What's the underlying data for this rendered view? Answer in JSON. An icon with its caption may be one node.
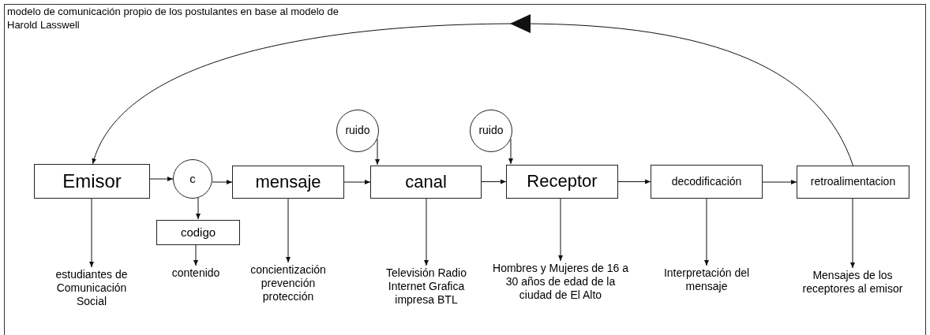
{
  "diagram": {
    "title": "modelo de comunicación propio de los postulantes en base al modelo de Harold Lasswell",
    "nodes": [
      {
        "text": [
          "Emisor"
        ]
      },
      {
        "text": [
          "c"
        ]
      },
      {
        "text": [
          "codigo"
        ]
      },
      {
        "text": [
          "mensaje"
        ]
      },
      {
        "text": [
          "ruido"
        ]
      },
      {
        "text": [
          "canal"
        ]
      },
      {
        "text": [
          "ruido"
        ]
      },
      {
        "text": [
          "Receptor"
        ]
      },
      {
        "text": [
          "decodificación"
        ]
      },
      {
        "text": [
          "retroalimentacion"
        ]
      },
      {
        "text": [
          "estudiantes de Comunicación Social"
        ]
      },
      {
        "text": [
          "contenido"
        ]
      },
      {
        "text": [
          "concientización prevención protección"
        ]
      },
      {
        "text": [
          "Televisión Radio Internet Grafica impresa BTL"
        ]
      },
      {
        "text": [
          "Hombres y Mujeres de 16 a 30 años de edad de la ciudad de El Alto"
        ]
      },
      {
        "text": [
          "Interpretación del mensaje"
        ]
      },
      {
        "text": [
          "Mensajes de los receptores al emisor"
        ]
      }
    ],
    "edges": [
      {
        "from": 0,
        "to": 1,
        "arrow": "to"
      },
      {
        "from": 1,
        "to": 3,
        "arrow": "to"
      },
      {
        "from": 1,
        "to": 2,
        "arrow": "to"
      },
      {
        "from": 2,
        "to": 11,
        "arrow": "to"
      },
      {
        "from": 3,
        "to": 5,
        "arrow": "to"
      },
      {
        "from": 4,
        "to": 5,
        "arrow": "to"
      },
      {
        "from": 5,
        "to": 7,
        "arrow": "to"
      },
      {
        "from": 6,
        "to": 7,
        "arrow": "to"
      },
      {
        "from": 7,
        "to": 8,
        "arrow": "to"
      },
      {
        "from": 8,
        "to": 9,
        "arrow": "to"
      },
      {
        "from": 9,
        "to": 0,
        "arrow": "to"
      },
      {
        "from": 0,
        "to": 10,
        "arrow": "to"
      },
      {
        "from": 3,
        "to": 12,
        "arrow": "to"
      },
      {
        "from": 5,
        "to": 13,
        "arrow": "to"
      },
      {
        "from": 7,
        "to": 14,
        "arrow": "to"
      },
      {
        "from": 8,
        "to": 15,
        "arrow": "to"
      },
      {
        "from": 9,
        "to": 16,
        "arrow": "to"
      }
    ]
  }
}
